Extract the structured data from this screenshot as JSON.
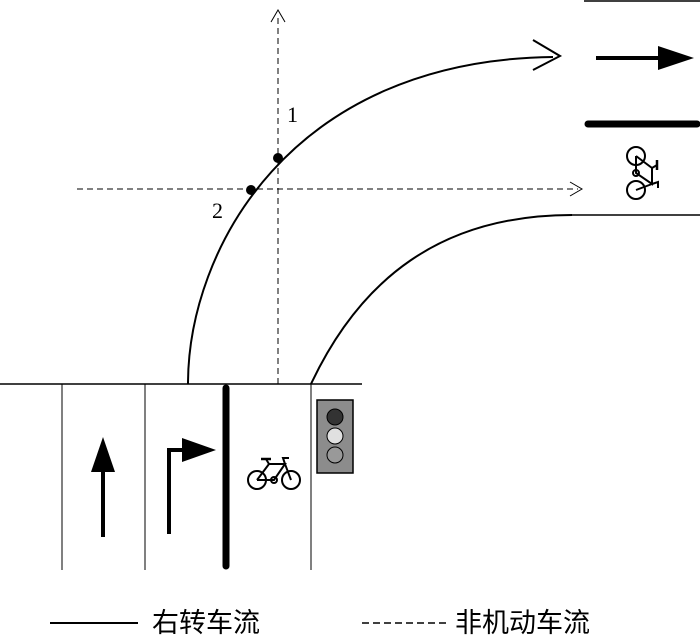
{
  "diagram": {
    "points": [
      {
        "label": "1"
      },
      {
        "label": "2"
      }
    ],
    "legend": {
      "solid_label": "右转车流",
      "dashed_label": "非机动车流"
    },
    "signal": {
      "lamps": [
        "#333333",
        "#e0e0e0",
        "#999999"
      ],
      "housing": "#8c8c8c"
    },
    "colors": {
      "stroke": "#000000",
      "background": "#ffffff"
    },
    "icons": [
      "straight-arrow-icon",
      "right-turn-arrow-icon",
      "bicycle-icon",
      "traffic-light-icon",
      "right-arrow-icon"
    ]
  }
}
